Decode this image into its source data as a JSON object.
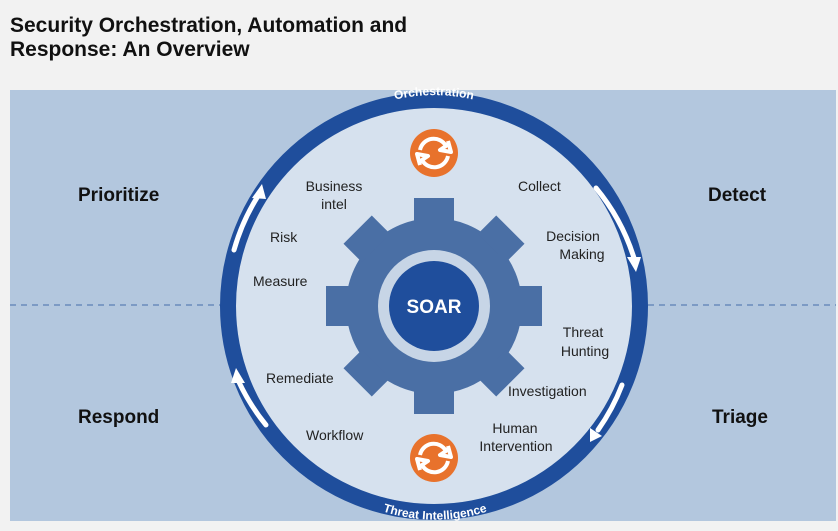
{
  "title": {
    "line1": "Security Orchestration, Automation and",
    "line2": "Response: An Overview"
  },
  "diagram": {
    "center": "SOAR",
    "ring_top": "Orchestration",
    "ring_bottom": "Threat Intelligence",
    "corners": {
      "top_left": "Prioritize",
      "top_right": "Detect",
      "bottom_left": "Respond",
      "bottom_right": "Triage"
    },
    "steps": {
      "business_intel_1": "Business",
      "business_intel_2": "intel",
      "risk": "Risk",
      "measure": "Measure",
      "remediate": "Remediate",
      "workflow": "Workflow",
      "collect": "Collect",
      "decision_making_1": "Decision",
      "decision_making_2": "Making",
      "threat_hunting_1": "Threat",
      "threat_hunting_2": "Hunting",
      "investigation": "Investigation",
      "human_intervention_1": "Human",
      "human_intervention_2": "Intervention"
    },
    "colors": {
      "ring": "#1f4e9c",
      "gear": "#4a6fa5",
      "center": "#1f4e9c",
      "accent": "#e8722c",
      "background": "#b3c7de"
    }
  }
}
